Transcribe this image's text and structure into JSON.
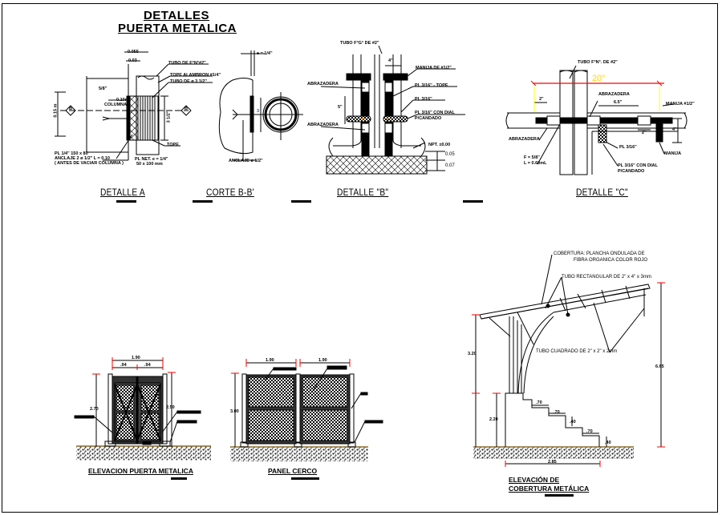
{
  "sheet": {
    "title_line1": "DETALLES",
    "title_line2": "PUERTA METALICA",
    "colors": {
      "ink": "#000000",
      "dimension": "#ff0000",
      "dimension_text": "#ffd800",
      "extension": "#ffff00",
      "ground": "#8b6a2b"
    }
  },
  "detalle_a": {
    "caption": "DETALLE A",
    "labels": {
      "tubo": "TUBO DE F°N°#2\"",
      "tope_alambron": "TOPE ALAMBRON #1/4\"",
      "tubo_interior": "TUBO DE ø 3 1/2\"",
      "tope": "TOPE",
      "columna": "COLUMNA",
      "section_mark": "B",
      "dim_top1": "0.055",
      "dim_top2": "0.03",
      "dim_left": "0.15 m",
      "dim_right": "3 1/2\"",
      "small_note": "5/8\"",
      "small_note2": "0.10m",
      "plate_note1": "PL 1/4\" 150 x 80",
      "plate_note2": "ANCLAJE 2 ø 1/2\"  L = 0.10",
      "plate_note3": "( ANTES DE VACIAR COLUMNA )",
      "pl_note1": "PL NET. e = 1/4\"",
      "pl_note2": "50 x 100 mm"
    }
  },
  "corte_bb": {
    "caption": "CORTE B-B'",
    "labels": {
      "dim_top": "e = 1/4\"",
      "anclaje": "ANCLAJE ø 1/2\"",
      "marker": "3"
    }
  },
  "detalle_b": {
    "caption": "DETALLE \"B\"",
    "labels": {
      "tubo": "TUBO F°G° DE #2\"",
      "manija": "MANIJA DE #1/2\"",
      "abrazadera1": "ABRAZADERA",
      "abrazadera2": "ABRAZADERA",
      "pl_tope": "PL 3/16\" - TOPE",
      "pl": "PL 3/16\"",
      "pl_dial1": "PL 3/16\" CON DIAL",
      "pl_dial2": "P/CANDADO",
      "npt": "NPT. ±0.00",
      "dim_4": "4\"",
      "dim_5": "5\"",
      "dim_005": "0.05",
      "dim_007": "0.07"
    }
  },
  "detalle_c": {
    "caption": "DETALLE \"C\"",
    "labels": {
      "tubo": "TUBO F°N°. DE #2\"",
      "dim_20": "20\"",
      "dim_2a": "2\"",
      "dim_65": "6.5\"",
      "dim_2b": "2\"",
      "dim_4": "4\"",
      "abrazadera_top": "ABRAZADERA",
      "abrazadera": "ABRAZADERA",
      "manija_top": "MANIJA #1/2\"",
      "manija": "MANIJA",
      "pl": "PL 3/16\"",
      "pl_dial1": "PL 3/16\" CON DIAL",
      "pl_dial2": "P/CANDADO",
      "f_note": "F = 5/8\"",
      "l_note": "L = 0.60mL"
    }
  },
  "elevacion_puerta": {
    "caption": "ELEVACION PUERTA METALICA",
    "dims": {
      "width": "1.90",
      "leaf_left": ".94",
      "leaf_right": ".94",
      "height_left": "2.70",
      "height_right": "2.50"
    }
  },
  "panel_cerco": {
    "caption": "PANEL CERCO",
    "dims": {
      "width_left": "1.90",
      "width_right": "1.90",
      "height": "3.00"
    }
  },
  "elevacion_cobertura": {
    "caption_line1": "ELEVACIÓN DE",
    "caption_line2": "COBERTURA METÁLICA",
    "labels": {
      "cobertura1": "COBERTURA: PLANCHA ONDULADA DE",
      "cobertura2": "FIBRA ORGANICA COLOR ROJO",
      "tubo_rect": "TUBO RECTANGULAR DE 2\" x 4\" x 3mm",
      "tubo_cuad": "TUBO CUADRADO DE 2\" x 2\" x 2mm"
    },
    "dims": {
      "h_left": "3.20",
      "h_base": "2.20",
      "h_total": "6.65",
      "step1": ".70",
      "step2": ".70",
      "step3": ".70",
      "rise1": ".40",
      "rise2": ".40",
      "base_width": "2.85"
    }
  }
}
